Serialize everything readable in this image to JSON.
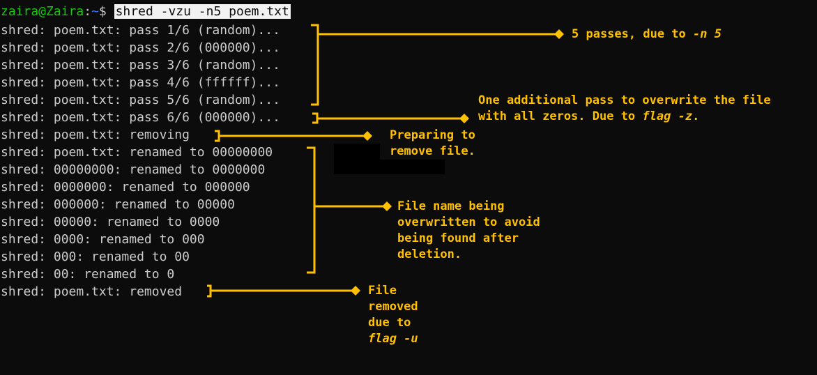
{
  "prompt": {
    "user": "zaira@Zaira",
    "separator": ":",
    "path": "~",
    "symbol": "$ ",
    "command": "shred -vzu -n5 poem.txt"
  },
  "output_lines": [
    "shred: poem.txt: pass 1/6 (random)...",
    "shred: poem.txt: pass 2/6 (000000)...",
    "shred: poem.txt: pass 3/6 (random)...",
    "shred: poem.txt: pass 4/6 (ffffff)...",
    "shred: poem.txt: pass 5/6 (random)...",
    "shred: poem.txt: pass 6/6 (000000)...",
    "shred: poem.txt: removing",
    "shred: poem.txt: renamed to 00000000",
    "shred: 00000000: renamed to 0000000",
    "shred: 0000000: renamed to 000000",
    "shred: 000000: renamed to 00000",
    "shred: 00000: renamed to 0000",
    "shred: 0000: renamed to 000",
    "shred: 000: renamed to 00",
    "shred: 00: renamed to 0",
    "shred: poem.txt: removed"
  ],
  "annotations": {
    "passes": {
      "text": "5 passes, due to ",
      "italic": "-n 5"
    },
    "zero_pass": {
      "line1": "One additional pass to overwrite the file",
      "line2": "with all zeros. Due to ",
      "italic": "flag -z",
      "end": "."
    },
    "removing": {
      "line1": "Preparing to",
      "line2": "remove file."
    },
    "renaming": {
      "line1": "File name being",
      "line2": "overwritten to avoid",
      "line3": "being found after",
      "line4": "deletion."
    },
    "removed": {
      "line1": "File",
      "line2": "removed",
      "line3": "due to",
      "italic": "flag -u"
    }
  },
  "colors": {
    "background": "#0c0c0c",
    "text": "#cccccc",
    "user": "#16c60c",
    "path": "#3b78ff",
    "annotation": "#ffc000"
  }
}
